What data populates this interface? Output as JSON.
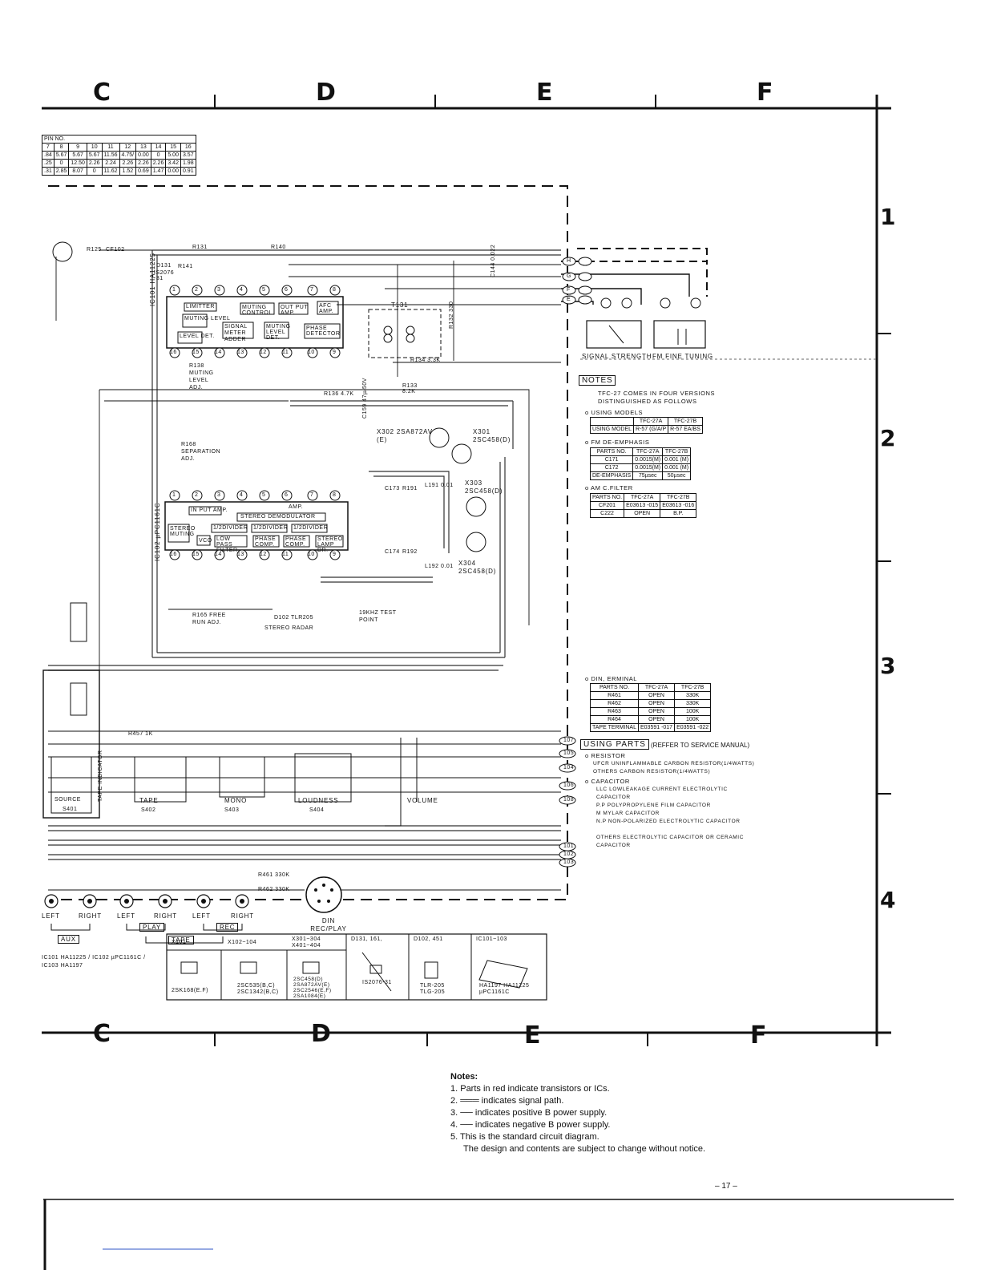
{
  "columns": [
    "C",
    "D",
    "E",
    "F"
  ],
  "rows": [
    "1",
    "2",
    "3",
    "4"
  ],
  "pin_table": {
    "header": [
      "PIN NO."
    ],
    "pins": [
      "7",
      "8",
      "9",
      "10",
      "11",
      "12",
      "13",
      "14",
      "15",
      "16"
    ],
    "rows": [
      [
        ".84",
        "5.67",
        "5.67",
        "5.67",
        "11.56",
        "4.75/",
        "0.00",
        "0",
        "5.00",
        "3.57"
      ],
      [
        ".25",
        "0",
        "12.50",
        "2.26",
        "2.24",
        "2.26",
        "2.26",
        "2.26",
        "3.42",
        "1.98"
      ],
      [
        ".31",
        "2.85",
        "8.07",
        "0",
        "11.62",
        "1.52",
        "0.69",
        "1.47",
        "0.00",
        "0.91"
      ]
    ]
  },
  "ic101": {
    "label": "IC101 HA11225",
    "blocks": [
      "LIMITTER",
      "MUTING LEVEL",
      "LEVEL DET.",
      "SIGNAL METER ADDER",
      "MUTING CONTROL",
      "OUT PUT AMP.",
      "AFC AMP.",
      "MUTING LEVEL DET.",
      "PHASE DETECTOR"
    ],
    "pins_top": [
      "1",
      "2",
      "3",
      "4",
      "5",
      "6",
      "7",
      "8"
    ],
    "pins_bottom": [
      "16",
      "15",
      "14",
      "13",
      "12",
      "11",
      "10",
      "9"
    ]
  },
  "ic102": {
    "label": "IC102 µPC1161C",
    "blocks": [
      "IN PUT AMP.",
      "STEREO DEMODULATOR",
      "1/2DIVIDER",
      "1/2DIVIDER",
      "1/2DIVIDER",
      "VCO",
      "LOW PASS FILTER",
      "PHASE COMP.",
      "PHASE COMP.",
      "STEREO LAMP DR.",
      "STEREO MUTING",
      "AMP."
    ],
    "pins_top": [
      "1",
      "2",
      "3",
      "4",
      "5",
      "6",
      "7",
      "8"
    ],
    "pins_bottom": [
      "16",
      "15",
      "14",
      "13",
      "12",
      "11",
      "10",
      "9"
    ]
  },
  "labels": {
    "cf102": "CF102",
    "r125": "R125",
    "r131": "R131",
    "r140": "R140",
    "r141": "R141",
    "d131": "D131",
    "is2076": "IS2076 -31",
    "t131": "T131",
    "r132": "R132 330",
    "c144": "C144 0.022",
    "r138": "R138 MUTING LEVEL ADJ.",
    "r136": "R136 4.7K",
    "r134": "R134 3.3K",
    "r133": "R133 8.2K",
    "c159": "C159 47µ/50V",
    "x302": "X302 2SA872AV (E)",
    "x301": "X301 2SC458(D)",
    "x303": "X303 2SC458(D)",
    "x304": "X304 2SC458(D)",
    "r168": "R168 SEPARATION ADJ.",
    "r165": "R165 FREE RUN ADJ.",
    "test_point": "19KHZ TEST POINT",
    "stereo_radar": "STEREO RADAR",
    "d102": "D102 TLR205",
    "l191": "L191 0.01",
    "l192": "L192 0.01",
    "c173": "C173",
    "r191": "R191",
    "c174": "C174",
    "r192": "R192",
    "tape": "TAPE",
    "mono": "MONO",
    "loudness": "LOUDNESS",
    "volume": "VOLUME",
    "s401": "S401",
    "s402": "S402",
    "s403": "S403",
    "s404": "S404",
    "source": "SOURCE",
    "tape_indicator": "TAPE INDICATOR",
    "r461": "R461 330K",
    "r462": "R462 330K",
    "r457": "R457 1K",
    "din": "DIN REC/PLAY",
    "signal_strength": "SIGNAL STRENGTH",
    "fm_fine_tuning": "FM FINE TUNING",
    "left1": "LEFT",
    "right1": "RIGHT",
    "left2": "LEFT",
    "right2": "RIGHT",
    "left3": "LEFT",
    "right3": "RIGHT",
    "aux": "AUX",
    "play": "PLAY",
    "rec": "REC",
    "tape_bottom": "TAPE",
    "ic_list": "IC101 HA11225 / IC102 µPC1161C / IC103 HA1197",
    "terminals": [
      "107",
      "105",
      "104",
      "106",
      "108",
      "101",
      "102",
      "103"
    ],
    "top_terminals": [
      "H",
      "G",
      "F",
      "E"
    ]
  },
  "notes_tfc": {
    "title": "NOTES",
    "intro": "TFC-27 COMES IN FOUR VERSIONS DISTINGUISHED AS FOLLOWS",
    "using_models_title": "o USING MODELS",
    "using_models": [
      [
        "",
        "TFC-27A",
        "TFC-27B"
      ],
      [
        "USING MODEL",
        "R-57 (G/A/P",
        "R-57 EA/BS"
      ]
    ],
    "fm_title": "o FM DE-EMPHASIS",
    "fm_table": [
      [
        "PARTS NO.",
        "TFC-27A",
        "TFC-27B"
      ],
      [
        "C171",
        "0.0015(M)",
        "0.001 (M)"
      ],
      [
        "C172",
        "0.0015(M)",
        "0.001 (M)"
      ],
      [
        "DE-EMPHASIS",
        "75µsec",
        "50µsec"
      ]
    ],
    "am_title": "o AM C.FILTER",
    "am_table": [
      [
        "PARTS NO.",
        "TFC-27A",
        "TFC-27B"
      ],
      [
        "CF201",
        "E03613 -015",
        "E03613 -016"
      ],
      [
        "C222",
        "OPEN",
        "B.P."
      ]
    ],
    "din_title": "o DIN, ERMINAL",
    "din_table": [
      [
        "PARTS NO.",
        "TFC-27A",
        "TFC-27B"
      ],
      [
        "R461",
        "OPEN",
        "330K"
      ],
      [
        "R462",
        "OPEN",
        "330K"
      ],
      [
        "R463",
        "OPEN",
        "100K"
      ],
      [
        "R464",
        "OPEN",
        "100K"
      ],
      [
        "TAPE TERMINAL",
        "E03591 -017",
        "E03591 -022"
      ]
    ]
  },
  "using_parts": {
    "title": "USING PARTS",
    "ref": "(REFFER TO SERVICE MANUAL)",
    "lines": [
      "o RESISTOR",
      "UFCR   UNINFLAMMABLE CARBON RESISTOR(1/4WATTS)",
      "OTHERS  CARBON RESISTOR(1/4WATTS)",
      "o CAPACITOR",
      "LLC    LOWLEAKAGE CURRENT ELECTROLYTIC CAPACITOR",
      "P.P    POLYPROPYLENE FILM CAPACITOR",
      "M     MYLAR CAPACITOR",
      "N.P    NON-POLARIZED ELECTROLYTIC CAPACITOR",
      "OTHERS  ELECTROLYTIC CAPACITOR OR CERAMIC CAPACITOR"
    ]
  },
  "component_legend": [
    {
      "head": "X101",
      "part": "2SK168(E.F)"
    },
    {
      "head": "X102~104",
      "part": "2SC535(B,C) 2SC1342(B,C)"
    },
    {
      "head": "X301~304 X401~404",
      "part": "2SC458(D) 2SA872AV(E) 2SC2546(E,F) 2SA1084(E)"
    },
    {
      "head": "D131, 161,",
      "part": "IS2076-31"
    },
    {
      "head": "D102, 451",
      "part": "TLR-205 TLG-205"
    },
    {
      "head": "IC101~103",
      "part": "HA1197 HA11225 µPC1161C"
    }
  ],
  "notes": {
    "title": "Notes:",
    "items": [
      "1. Parts in red indicate transistors or ICs.",
      "2. ═══ indicates signal path.",
      "3. ── indicates positive B power supply.",
      "4. ── indicates negative B power supply.",
      "5. This is the standard circuit diagram.",
      "The design and contents are subject to change without notice."
    ]
  },
  "page_number": "– 17 –"
}
